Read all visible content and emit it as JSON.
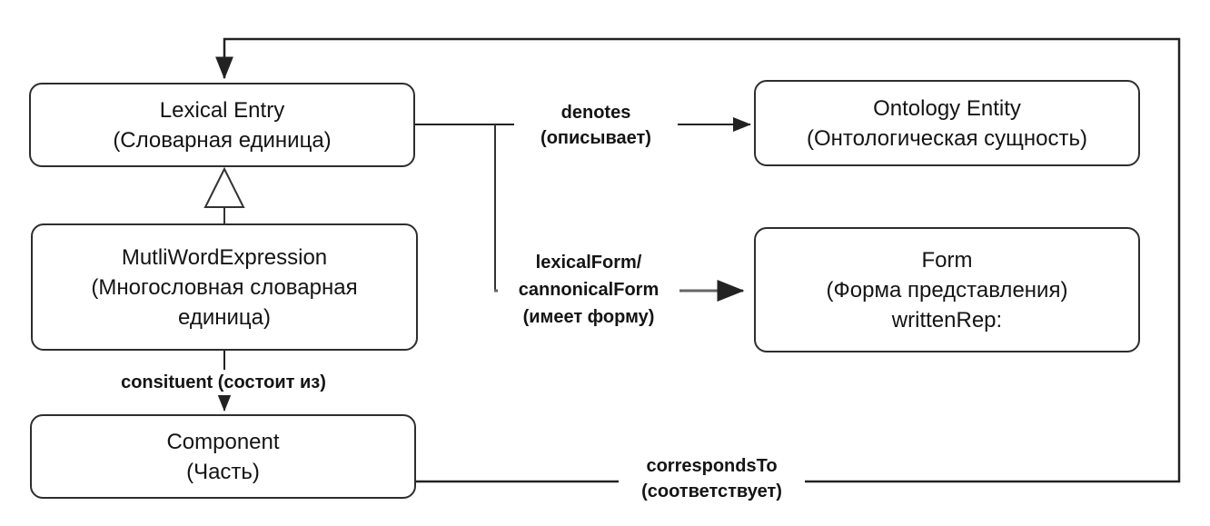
{
  "nodes": {
    "lexical_entry": {
      "title": "Lexical Entry",
      "subtitle": "(Словарная единица)"
    },
    "ontology_entity": {
      "title": "Ontology Entity",
      "subtitle": "(Онтологическая сущность)"
    },
    "multi_word_expression": {
      "title": "MutliWordExpression",
      "subtitle": "(Многословная словарная единица)"
    },
    "form": {
      "title": "Form",
      "subtitle": "(Форма представления)",
      "attribute": "writtenRep:"
    },
    "component": {
      "title": "Component",
      "subtitle": "(Часть)"
    }
  },
  "edges": {
    "denotes": {
      "label": "denotes",
      "label_ru": "(описывает)"
    },
    "lexical_form": {
      "label_line1": "lexicalForm/",
      "label_line2": "cannonicalForm",
      "label_ru": "(имеет форму)"
    },
    "constituent": {
      "label": "consituent (состоит из)"
    },
    "corresponds_to": {
      "label": "correspondsTo",
      "label_ru": "(соответствует)"
    }
  },
  "colors": {
    "line": "#222222",
    "line_gray": "#666666",
    "box_border": "#2e2e2e",
    "background": "#ffffff",
    "text": "#141414"
  }
}
